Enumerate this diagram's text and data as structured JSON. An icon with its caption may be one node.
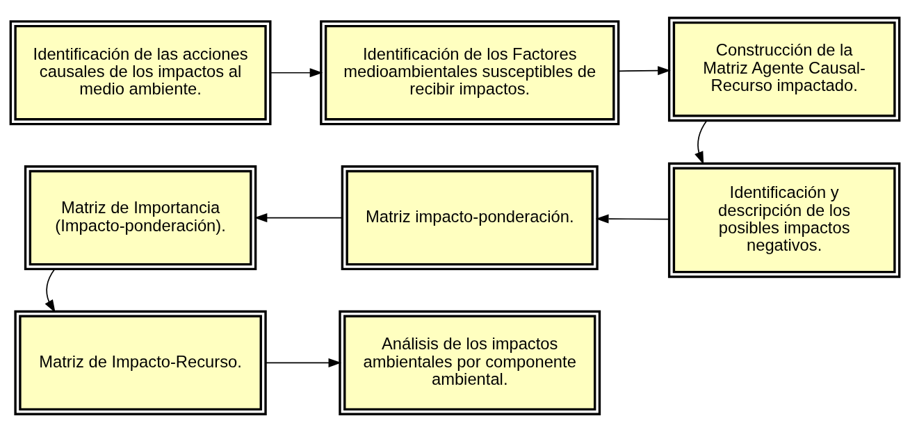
{
  "diagram": {
    "nodes": [
      {
        "text": [
          "Identificación de las acciones causales de los impactos al medio ambiente."
        ]
      },
      {
        "text": [
          "Identificación de los Factores medioambientales susceptibles de recibir impactos."
        ]
      },
      {
        "text": [
          "Construcción de la Matriz Agente Causal-Recurso impactado."
        ]
      },
      {
        "text": [
          "Identificación y descripción de los posibles impactos negativos."
        ]
      },
      {
        "text": [
          "Matriz impacto-ponderación."
        ]
      },
      {
        "text": [
          "Matriz de Importancia (Impacto-ponderación)."
        ]
      },
      {
        "text": [
          "Matriz de Impacto-Recurso."
        ]
      },
      {
        "text": [
          "Análisis de los impactos ambientales por componente ambiental."
        ]
      }
    ],
    "edges": [
      {
        "from": 0,
        "to": 1,
        "arrow": "to"
      },
      {
        "from": 1,
        "to": 2,
        "arrow": "to"
      },
      {
        "from": 2,
        "to": 3,
        "arrow": "to"
      },
      {
        "from": 3,
        "to": 4,
        "arrow": "to"
      },
      {
        "from": 4,
        "to": 5,
        "arrow": "to"
      },
      {
        "from": 5,
        "to": 6,
        "arrow": "to"
      },
      {
        "from": 6,
        "to": 7,
        "arrow": "to"
      }
    ]
  }
}
